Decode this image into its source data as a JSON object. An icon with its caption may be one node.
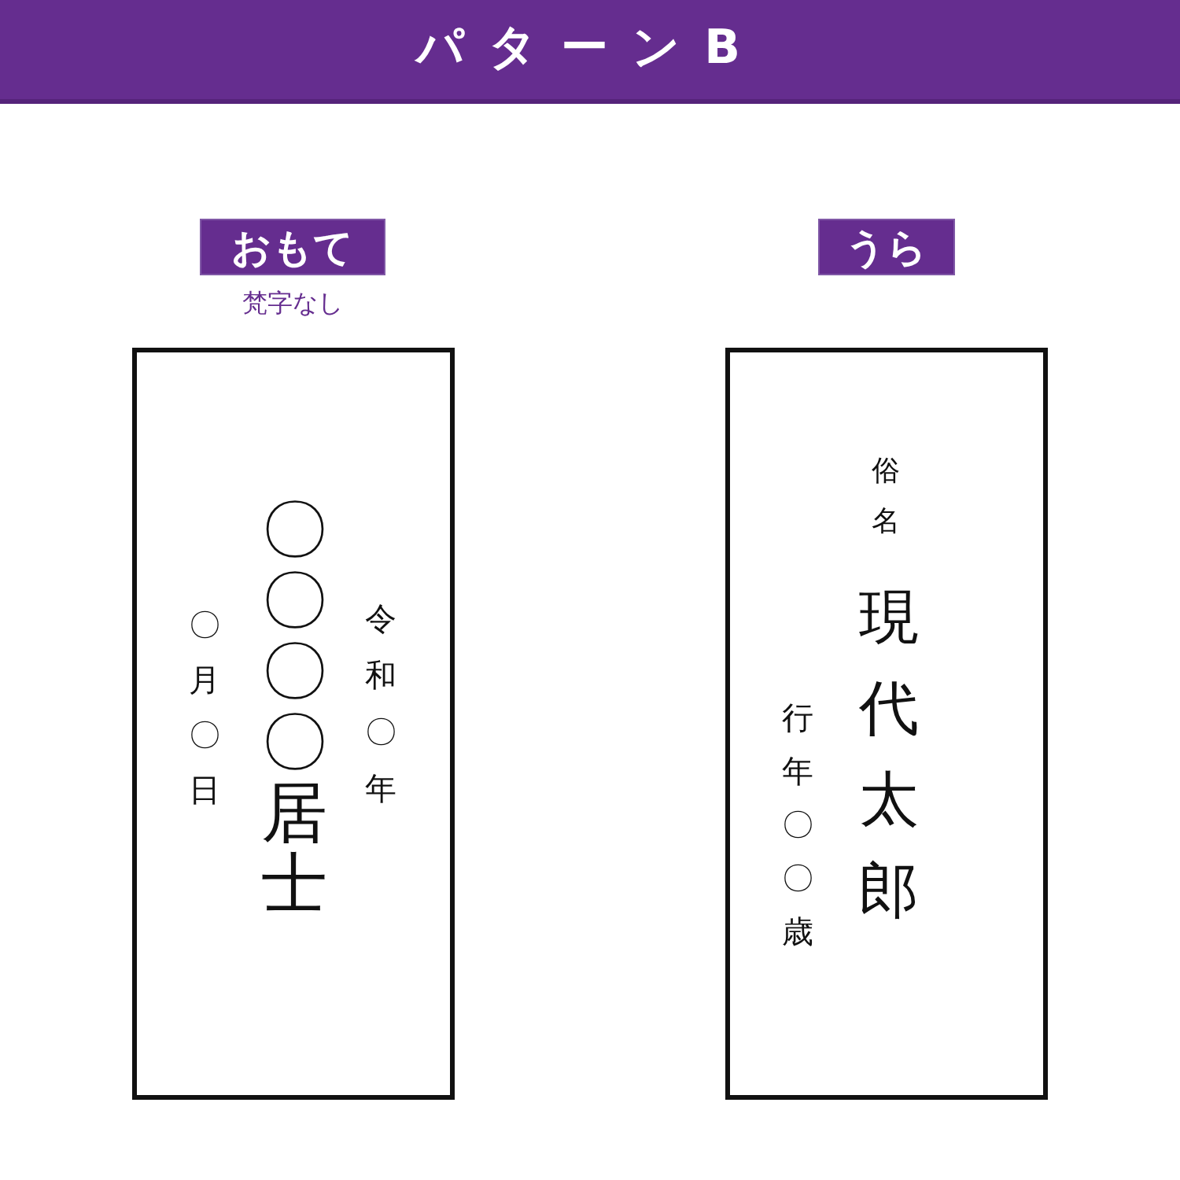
{
  "diagram": {
    "title": "パターンB",
    "nodes": [
      {
        "text": [
          "おもて"
        ],
        "beside": [
          "梵字なし"
        ]
      },
      {
        "text": [
          "うら"
        ]
      },
      {
        "text": [
          "〇月〇日",
          "〇〇〇〇居士",
          "令和〇年"
        ]
      },
      {
        "text": [
          "行年〇〇歳",
          "俗名",
          "現代太郎"
        ]
      }
    ]
  }
}
